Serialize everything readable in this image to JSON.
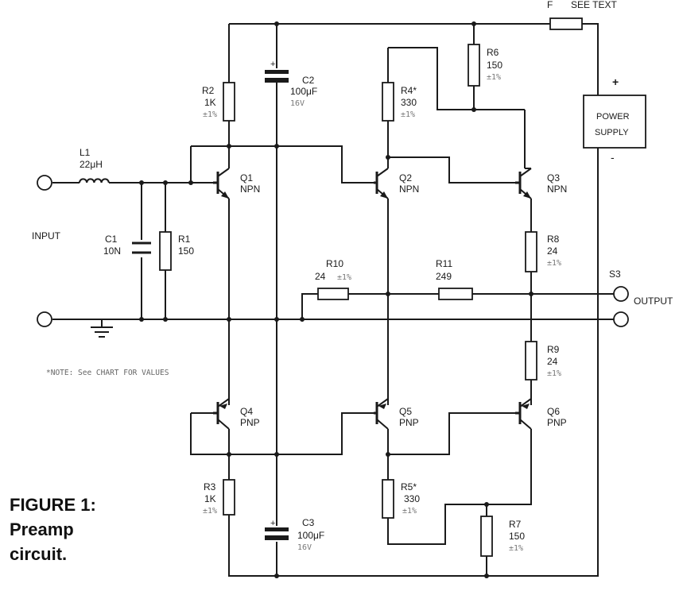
{
  "caption": {
    "line1": "FIGURE 1:",
    "line2": "Preamp",
    "line3": "circuit."
  },
  "note": "*NOTE: See CHART FOR VALUES",
  "labels": {
    "fuse": "F",
    "see_text": "SEE TEXT",
    "input": "INPUT",
    "output": "OUTPUT",
    "s3": "S3",
    "plus": "+",
    "minus": "-",
    "power_supply_line1": "POWER",
    "power_supply_line2": "SUPPLY"
  },
  "components": {
    "L1": {
      "name": "L1",
      "value": "22μH"
    },
    "C1": {
      "name": "C1",
      "value": "10N"
    },
    "R1": {
      "name": "R1",
      "value": "150"
    },
    "R2": {
      "name": "R2",
      "value": "1K",
      "tol": "±1%"
    },
    "R3": {
      "name": "R3",
      "value": "1K",
      "tol": "±1%"
    },
    "C2": {
      "name": "C2",
      "value": "100μF",
      "volt": "16V",
      "plus": "+"
    },
    "C3": {
      "name": "C3",
      "value": "100μF",
      "volt": "16V",
      "plus": "+"
    },
    "R4": {
      "name": "R4*",
      "value": "330",
      "tol": "±1%"
    },
    "R5": {
      "name": "R5*",
      "value": "330",
      "tol": "±1%"
    },
    "R6": {
      "name": "R6",
      "value": "150",
      "tol": "±1%"
    },
    "R7": {
      "name": "R7",
      "value": "150",
      "tol": "±1%"
    },
    "R8": {
      "name": "R8",
      "value": "24",
      "tol": "±1%"
    },
    "R9": {
      "name": "R9",
      "value": "24",
      "tol": "±1%"
    },
    "R10": {
      "name": "R10",
      "value": "24",
      "tol": "±1%"
    },
    "R11": {
      "name": "R11",
      "value": "249"
    },
    "Q1": {
      "name": "Q1",
      "type": "NPN"
    },
    "Q2": {
      "name": "Q2",
      "type": "NPN"
    },
    "Q3": {
      "name": "Q3",
      "type": "NPN"
    },
    "Q4": {
      "name": "Q4",
      "type": "PNP"
    },
    "Q5": {
      "name": "Q5",
      "type": "PNP"
    },
    "Q6": {
      "name": "Q6",
      "type": "PNP"
    }
  }
}
